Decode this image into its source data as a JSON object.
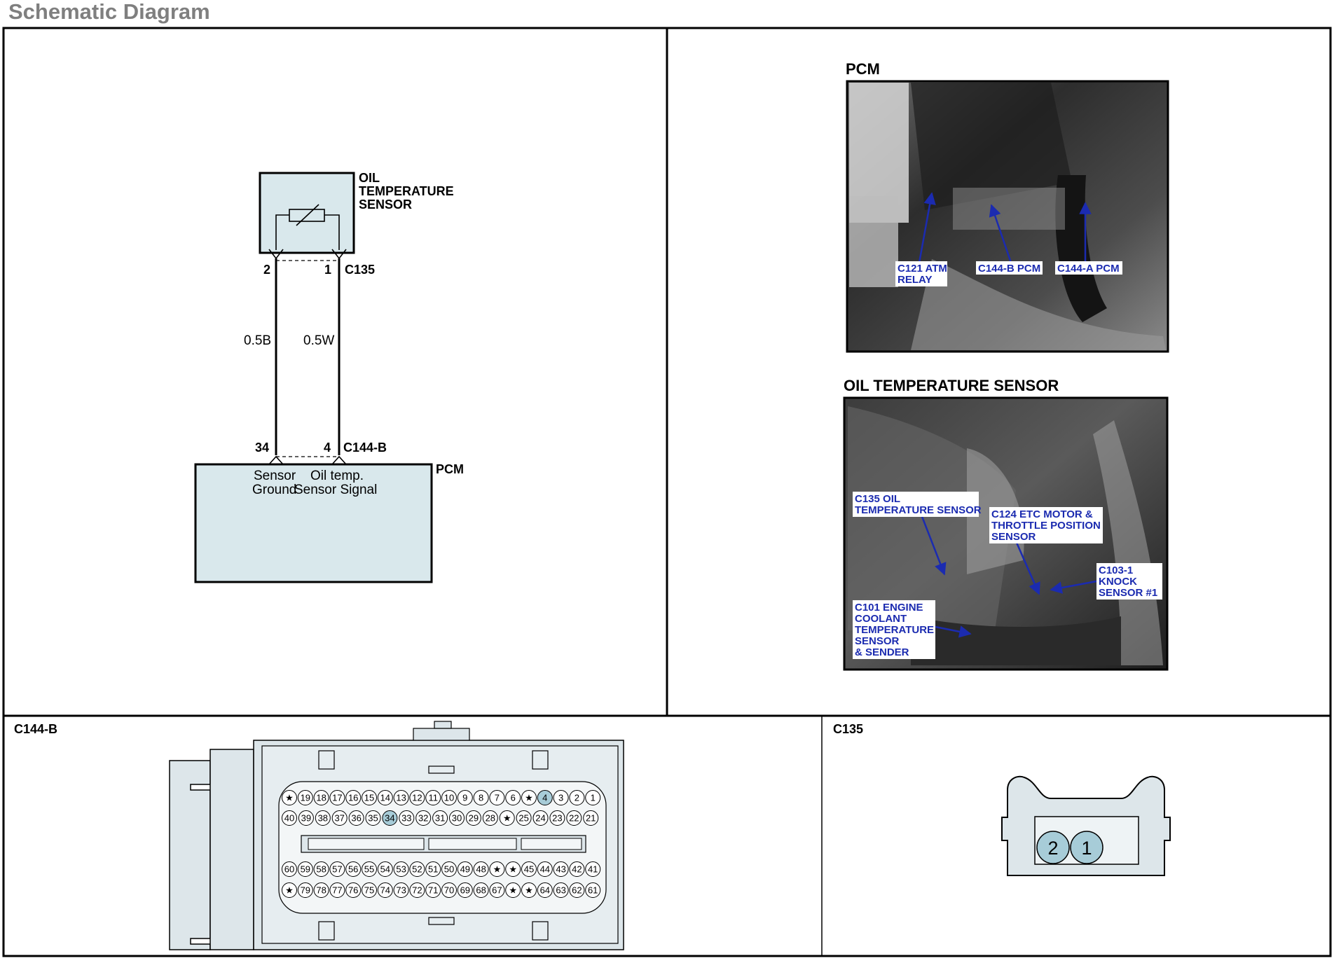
{
  "header": {
    "title": "Schematic Diagram"
  },
  "schematic": {
    "sensor_label": [
      "OIL",
      "TEMPERATURE",
      "SENSOR"
    ],
    "sensor_connector": "C135",
    "sensor_pin_left": "2",
    "sensor_pin_right": "1",
    "wire_left": "0.5B",
    "wire_right": "0.5W",
    "pcm_pin_left": "34",
    "pcm_pin_right": "4",
    "pcm_connector": "C144-B",
    "pcm_label": "PCM",
    "pcm_signal_left": [
      "Sensor",
      "Ground"
    ],
    "pcm_signal_right": [
      "Oil temp.",
      "Sensor Signal"
    ]
  },
  "photos": {
    "pcm": {
      "title": "PCM",
      "callouts": [
        {
          "lines": [
            "C121 ATM",
            "RELAY"
          ]
        },
        {
          "lines": [
            "C144-B PCM"
          ]
        },
        {
          "lines": [
            "C144-A PCM"
          ]
        }
      ]
    },
    "ots": {
      "title": "OIL TEMPERATURE SENSOR",
      "callouts": [
        {
          "lines": [
            "C135 OIL",
            "TEMPERATURE SENSOR"
          ]
        },
        {
          "lines": [
            "C124 ETC MOTOR &",
            "THROTTLE POSITION",
            "SENSOR"
          ]
        },
        {
          "lines": [
            "C103-1",
            "KNOCK",
            "SENSOR #1"
          ]
        },
        {
          "lines": [
            "C101 ENGINE",
            "COOLANT",
            "TEMPERATURE",
            "SENSOR",
            "& SENDER"
          ]
        }
      ]
    }
  },
  "connectors": {
    "c144b": {
      "title": "C144-B",
      "row1": [
        "★",
        "19",
        "18",
        "17",
        "16",
        "15",
        "14",
        "13",
        "12",
        "11",
        "10",
        "9",
        "8",
        "7",
        "6",
        "★",
        "4",
        "3",
        "2",
        "1"
      ],
      "row2": [
        "40",
        "39",
        "38",
        "37",
        "36",
        "35",
        "34",
        "33",
        "32",
        "31",
        "30",
        "29",
        "28",
        "★",
        "25",
        "24",
        "23",
        "22",
        "21"
      ],
      "row3": [
        "60",
        "59",
        "58",
        "57",
        "56",
        "55",
        "54",
        "53",
        "52",
        "51",
        "50",
        "49",
        "48",
        "★",
        "★",
        "45",
        "44",
        "43",
        "42",
        "41"
      ],
      "row4": [
        "★",
        "79",
        "78",
        "77",
        "76",
        "75",
        "74",
        "73",
        "72",
        "71",
        "70",
        "69",
        "68",
        "67",
        "★",
        "★",
        "64",
        "63",
        "62",
        "61"
      ],
      "highlighted": [
        "4",
        "34"
      ]
    },
    "c135": {
      "title": "C135",
      "pins": [
        "2",
        "1"
      ]
    }
  },
  "colors": {
    "title_gray": "#7f7f7f",
    "box_fill": "#d9e8ec",
    "pin_fill": "#a7ccd8",
    "callout_text": "#1b2bb0",
    "connector_fill": "#dde6ea"
  }
}
